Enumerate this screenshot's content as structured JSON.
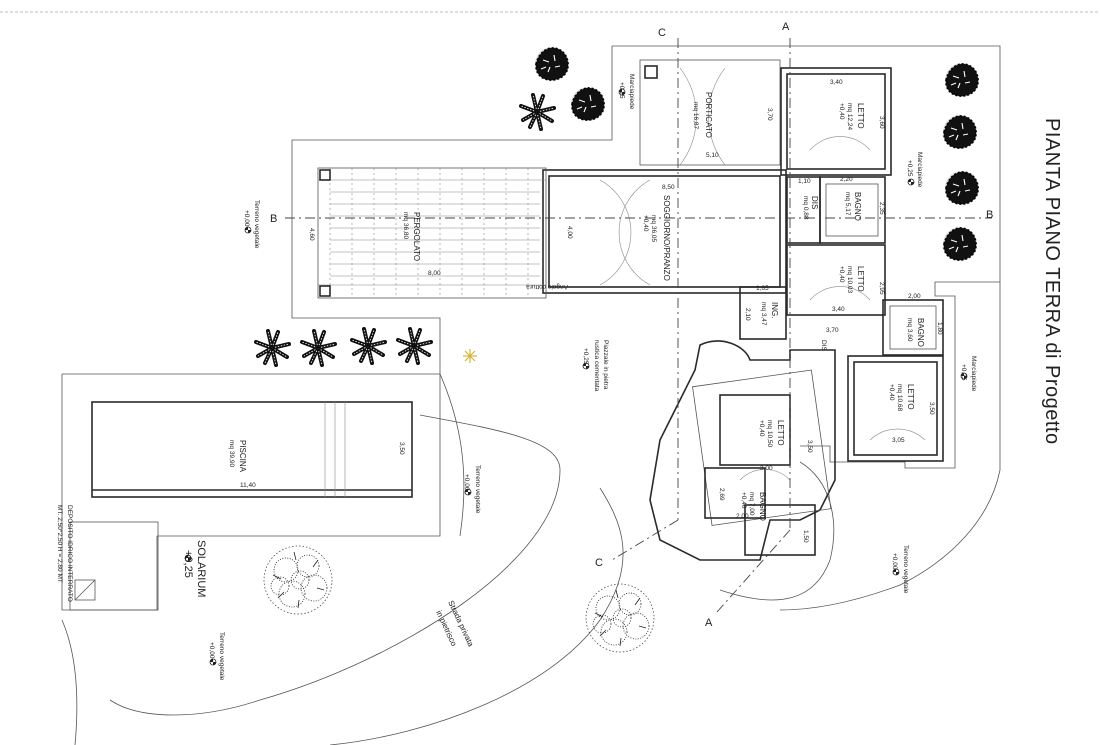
{
  "title": "PIANTA PIANO TERRA di Progetto",
  "sections": {
    "a": "A",
    "b": "B",
    "c": "C"
  },
  "rooms": {
    "porticato": {
      "name": "PORTICATO",
      "area": "mq 16,87"
    },
    "letto1": {
      "name": "LETTO",
      "area": "mq 12,24",
      "level": "+0,40"
    },
    "bagno1": {
      "name": "BAGNO",
      "area": "mq 5,17"
    },
    "dis1": {
      "name": "DIS",
      "area": "mq 0,88"
    },
    "letto2": {
      "name": "LETTO",
      "area": "mq 10,03",
      "level": "+0,40"
    },
    "soggiorno": {
      "name": "SOGGIORNO/PRANZO",
      "area": "mq 36,05",
      "level": "+0,40"
    },
    "angolo": "Angolo cottura",
    "ing": {
      "name": "ING.",
      "area": "mq 3,47"
    },
    "pergolato": {
      "name": "PERGOLATO",
      "area": "mq 36,80"
    },
    "bagno2": {
      "name": "BAGNO",
      "area": "mq 3,60"
    },
    "dis2": "DIS",
    "letto3": {
      "name": "LETTO",
      "area": "mq 10,68",
      "level": "+0,40"
    },
    "letto4": {
      "name": "LETTO",
      "area": "mq 10,50",
      "level": "+0,40"
    },
    "bagno3": {
      "name": "BAGNO",
      "area": "mq 7,00",
      "level": "+0,40"
    },
    "piscina": {
      "name": "PISCINA",
      "area": "mq 39,90"
    },
    "solarium": {
      "name": "SOLARIUM",
      "level": "+0,25"
    }
  },
  "dims": {
    "d340a": "3,40",
    "d360": "3,60",
    "d370": "3,70",
    "d510": "5,10",
    "d850": "8,50",
    "d400": "4,00",
    "d110": "1,10",
    "d220": "2,20",
    "d235": "2,35",
    "d295": "2,95",
    "d340b": "3,40",
    "d165": "1,65",
    "d210": "2,10",
    "d370b": "3,70",
    "d200": "2,00",
    "d180": "1,80",
    "d350": "3,50",
    "d305": "3,05",
    "d460": "4,60",
    "d800": "8,00",
    "d350b": "3,50",
    "d1140": "11,40",
    "d350c": "3,50",
    "d300": "3,00",
    "d269": "2,69",
    "d200b": "2,00",
    "d150": "1,50"
  },
  "labels": {
    "marciapiede": "Marciapiede",
    "terreno": "Terreno vegetale",
    "piazzale1": "Piazzale in pietra",
    "piazzale2": "rustica cementata",
    "strada1": "Strada privata",
    "strada2": "in pietrisco",
    "deposito1": "DEPOSITO IDRICO INTERRATO",
    "deposito2": "MT. 2,50*2,50 H = 2,80 MT"
  },
  "levels": {
    "p025": "+0,25",
    "p000": "+0,00"
  }
}
